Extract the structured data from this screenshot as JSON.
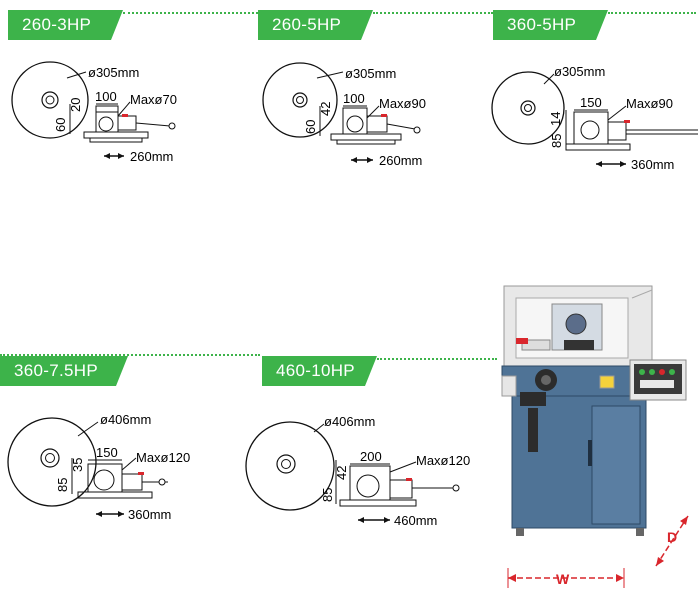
{
  "models": [
    {
      "name": "260-3HP",
      "blade": "ø305mm",
      "height_left": "60",
      "height_right": "20",
      "width": "100",
      "max": "Maxø70",
      "travel": "260mm"
    },
    {
      "name": "260-5HP",
      "blade": "ø305mm",
      "height_left": "60",
      "height_right": "42",
      "width": "100",
      "max": "Maxø90",
      "travel": "260mm"
    },
    {
      "name": "360-5HP",
      "blade": "ø305mm",
      "height_left": "85",
      "height_right": "14",
      "width": "150",
      "max": "Maxø90",
      "travel": "360mm"
    },
    {
      "name": "360-7.5HP",
      "blade": "ø406mm",
      "height_left": "85",
      "height_right": "35",
      "width": "150",
      "max": "Maxø120",
      "travel": "360mm"
    },
    {
      "name": "460-10HP",
      "blade": "ø406mm",
      "height_left": "85",
      "height_right": "42",
      "width": "200",
      "max": "Maxø120",
      "travel": "460mm"
    }
  ],
  "machine": {
    "width_label": "W",
    "depth_label": "D"
  },
  "colors": {
    "accent": "#3db34a",
    "machine_body": "#4f7396",
    "dimension_red": "#d9262c"
  }
}
